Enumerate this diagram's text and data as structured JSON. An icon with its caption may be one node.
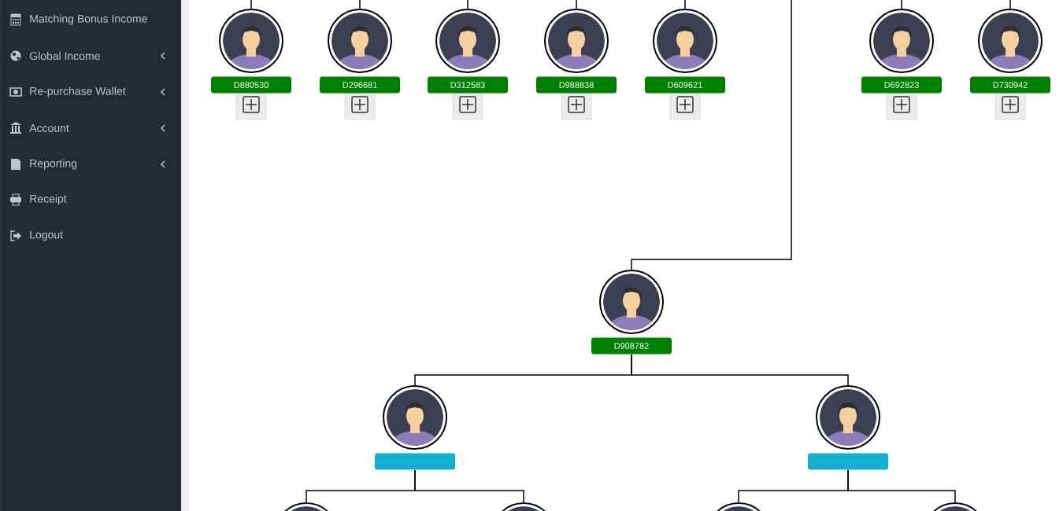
{
  "diagram": {
    "nodes": [
      {
        "text": [
          "D880530"
        ]
      },
      {
        "text": [
          "D296681"
        ]
      },
      {
        "text": [
          "D312583"
        ]
      },
      {
        "text": [
          "D988838"
        ]
      },
      {
        "text": [
          "D609621"
        ]
      },
      {
        "text": [
          "D692823"
        ]
      },
      {
        "text": [
          "D730942"
        ]
      },
      {
        "text": [
          "D908782"
        ]
      },
      {
        "text": [],
        "shape": "person"
      },
      {
        "text": [],
        "shape": "person"
      },
      {
        "text": [],
        "shape": "person"
      },
      {
        "text": [],
        "shape": "person"
      },
      {
        "text": [],
        "shape": "person"
      },
      {
        "text": [],
        "shape": "person"
      }
    ],
    "edges": [
      {
        "from": null,
        "to": 0,
        "arrow": "none"
      },
      {
        "from": null,
        "to": 1,
        "arrow": "none"
      },
      {
        "from": null,
        "to": 2,
        "arrow": "none"
      },
      {
        "from": null,
        "to": 3,
        "arrow": "none"
      },
      {
        "from": null,
        "to": 4,
        "arrow": "none"
      },
      {
        "from": null,
        "to": 5,
        "arrow": "none"
      },
      {
        "from": null,
        "to": 6,
        "arrow": "none"
      },
      {
        "from": null,
        "to": 7,
        "arrow": "none"
      },
      {
        "from": 7,
        "to": 8,
        "arrow": "none"
      },
      {
        "from": 7,
        "to": 9,
        "arrow": "none"
      },
      {
        "from": 8,
        "to": 10,
        "arrow": "none"
      },
      {
        "from": 8,
        "to": 11,
        "arrow": "none"
      },
      {
        "from": 9,
        "to": 12,
        "arrow": "none"
      },
      {
        "from": 9,
        "to": 13,
        "arrow": "none"
      }
    ],
    "labels": [
      "Matching Bonus Income",
      "Global Income",
      "Re-purchase Wallet",
      "Account",
      "Reporting",
      "Receipt",
      "Logout"
    ]
  }
}
